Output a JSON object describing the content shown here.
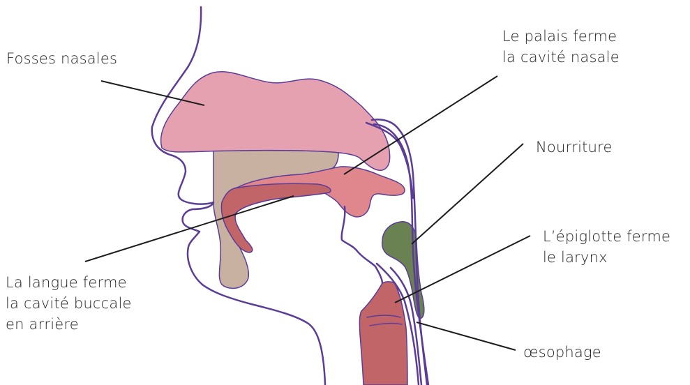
{
  "colors": {
    "outline": "#5b3d98",
    "nasal_cavity": "#e6a1b1",
    "palate": "#e0878e",
    "tongue": "#c26568",
    "oral_cavity": "#c8b1a0",
    "food": "#6a8152",
    "larynx": "#c26568",
    "leader": "#1c1c1c"
  },
  "labels": {
    "fosses_nasales": "Fosses nasales",
    "palais_line1": "Le palais ferme",
    "palais_line2": "la cavité nasale",
    "nourriture": "Nourriture",
    "epiglotte_line1": "L’épiglotte ferme",
    "epiglotte_line2": "le larynx",
    "langue_line1": "La langue ferme",
    "langue_line2": "la cavité buccale",
    "langue_line3": "en arrière",
    "oesophage": "œsophage"
  }
}
